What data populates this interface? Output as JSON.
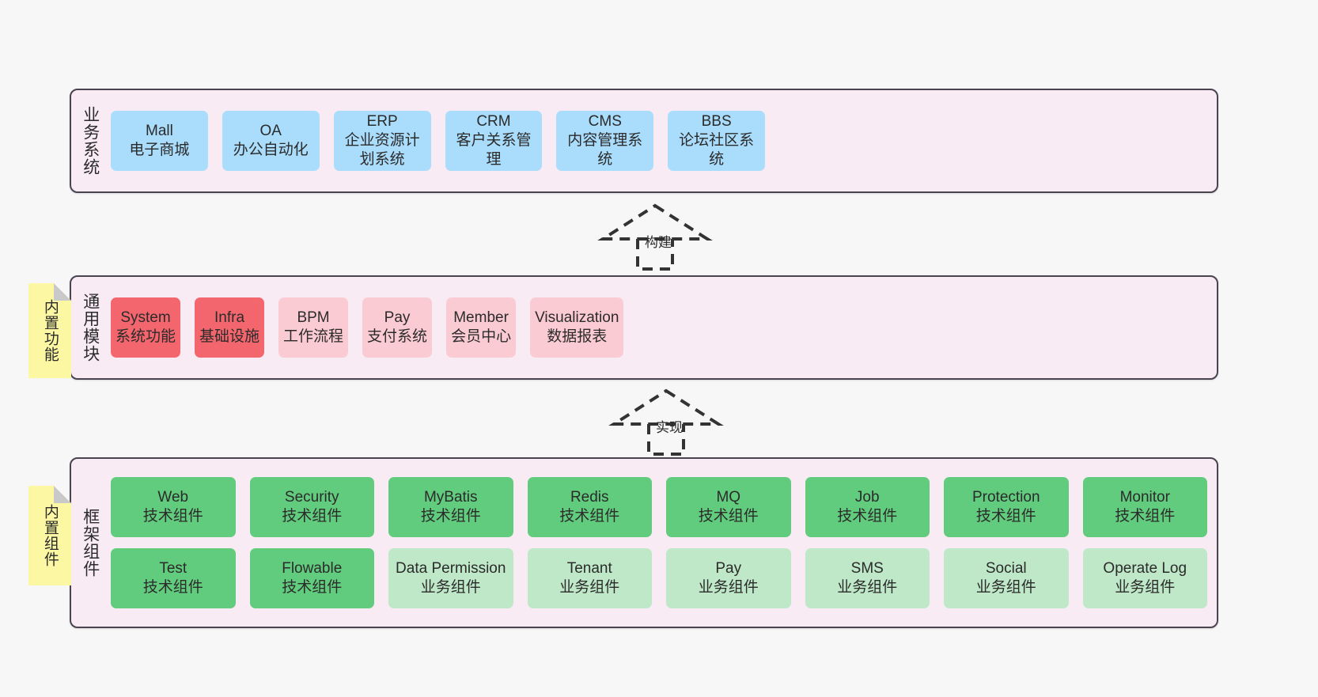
{
  "layers": [
    {
      "id": "business",
      "title": "业务系统",
      "rows": [
        {
          "style": "c-blue",
          "cells": [
            {
              "t1": "Mall",
              "t2": "电子商城"
            },
            {
              "t1": "OA",
              "t2": "办公自动化"
            },
            {
              "t1": "ERP",
              "t2": "企业资源计划系统"
            },
            {
              "t1": "CRM",
              "t2": "客户关系管理"
            },
            {
              "t1": "CMS",
              "t2": "内容管理系统"
            },
            {
              "t1": "BBS",
              "t2": "论坛社区系统"
            }
          ]
        }
      ]
    },
    {
      "id": "common",
      "title": "通用模块",
      "rows": [
        {
          "style": "mixed",
          "cells": [
            {
              "t1": "System",
              "t2": "系统功能",
              "style": "c-red"
            },
            {
              "t1": "Infra",
              "t2": "基础设施",
              "style": "c-red"
            },
            {
              "t1": "BPM",
              "t2": "工作流程",
              "style": "c-pink"
            },
            {
              "t1": "Pay",
              "t2": "支付系统",
              "style": "c-pink"
            },
            {
              "t1": "Member",
              "t2": "会员中心",
              "style": "c-pink"
            },
            {
              "t1": "Visualization",
              "t2": "数据报表",
              "style": "c-pink"
            }
          ]
        }
      ]
    },
    {
      "id": "framework",
      "title": "框架组件",
      "rows": [
        {
          "style": "c-green",
          "cells": [
            {
              "t1": "Web",
              "t2": "技术组件"
            },
            {
              "t1": "Security",
              "t2": "技术组件"
            },
            {
              "t1": "MyBatis",
              "t2": "技术组件"
            },
            {
              "t1": "Redis",
              "t2": "技术组件"
            },
            {
              "t1": "MQ",
              "t2": "技术组件"
            },
            {
              "t1": "Job",
              "t2": "技术组件"
            },
            {
              "t1": "Protection",
              "t2": "技术组件"
            },
            {
              "t1": "Monitor",
              "t2": "技术组件"
            }
          ]
        },
        {
          "style": "mixed",
          "cells": [
            {
              "t1": "Test",
              "t2": "技术组件",
              "style": "c-green"
            },
            {
              "t1": "Flowable",
              "t2": "技术组件",
              "style": "c-green"
            },
            {
              "t1": "Data Permission",
              "t2": "业务组件",
              "style": "c-greenlite"
            },
            {
              "t1": "Tenant",
              "t2": "业务组件",
              "style": "c-greenlite"
            },
            {
              "t1": "Pay",
              "t2": "业务组件",
              "style": "c-greenlite"
            },
            {
              "t1": "SMS",
              "t2": "业务组件",
              "style": "c-greenlite"
            },
            {
              "t1": "Social",
              "t2": "业务组件",
              "style": "c-greenlite"
            },
            {
              "t1": "Operate Log",
              "t2": "业务组件",
              "style": "c-greenlite"
            }
          ]
        }
      ]
    }
  ],
  "notes": [
    {
      "id": "builtin-func",
      "text": "内置功能"
    },
    {
      "id": "builtin-comp",
      "text": "内置组件"
    }
  ],
  "arrows": [
    {
      "id": "build",
      "label": "构建"
    },
    {
      "id": "impl",
      "label": "实现"
    }
  ],
  "colors": {
    "background": "#f7f7f7",
    "layer_fill": "#f9ebf4",
    "layer_border": "#4a4350",
    "blue": "#aadcfb",
    "red": "#f4666e",
    "pink": "#fbcbd3",
    "green": "#61cc7d",
    "green_light": "#bfe8c8",
    "note_yellow": "#fbf7a2",
    "note_fold": "#c9c9c9",
    "arrow_stroke": "#333333"
  }
}
